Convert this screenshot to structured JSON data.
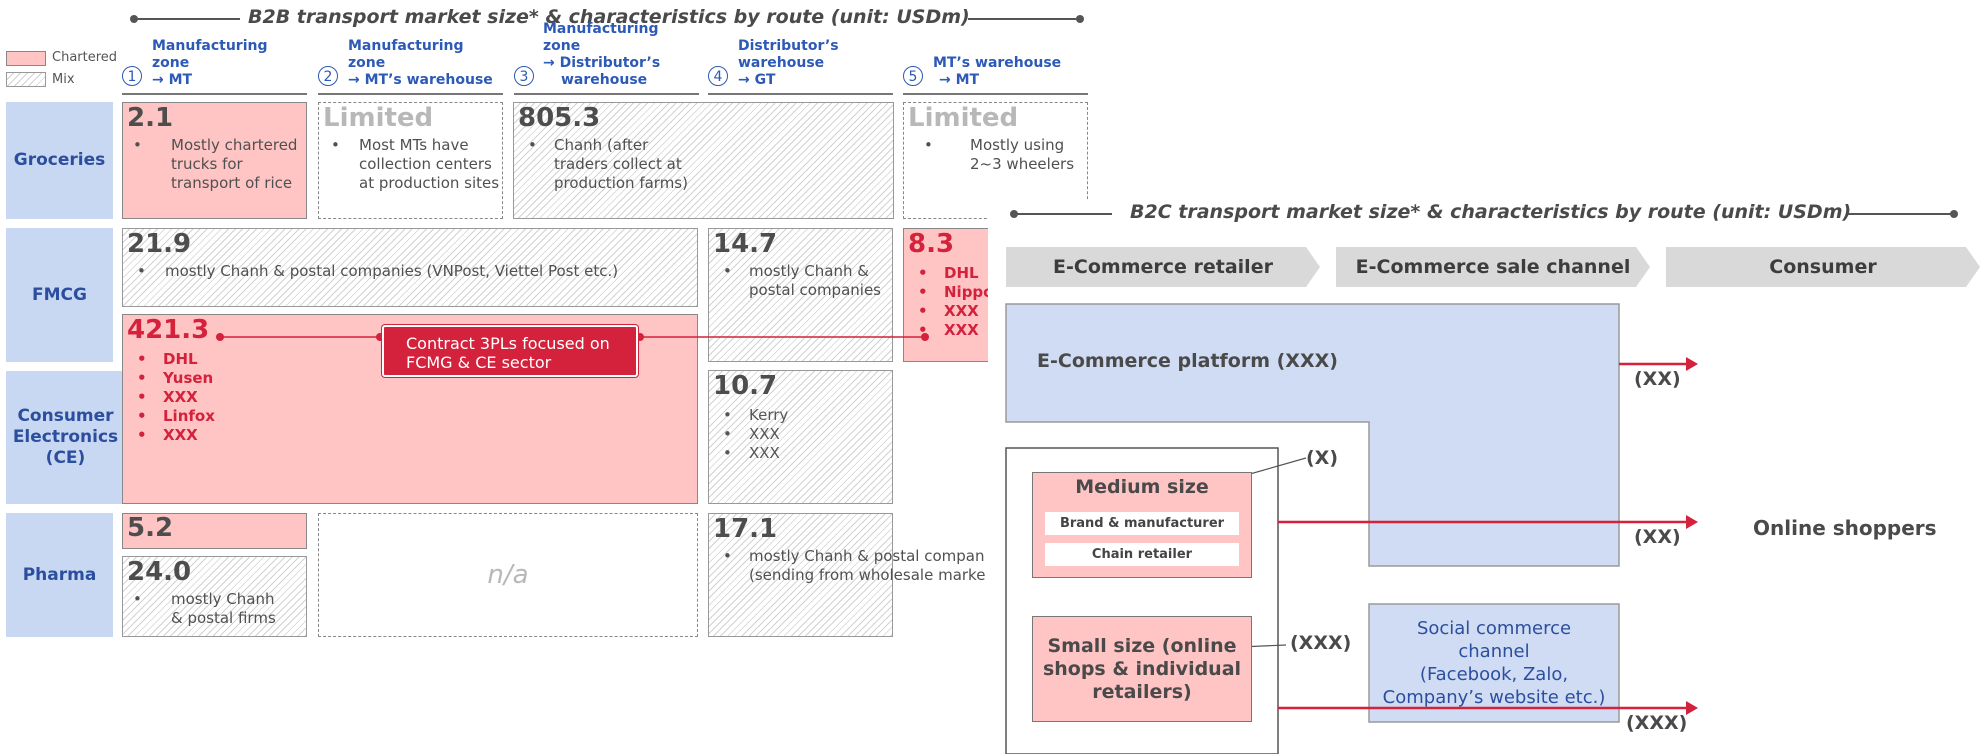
{
  "b2b": {
    "title": "B2B transport market size* & characteristics by route (unit: USDm)",
    "legend": {
      "chartered": "Chartered",
      "mix": "Mix"
    },
    "routes": [
      {
        "num": "1",
        "label_lines": [
          "Manufacturing zone",
          "→ MT"
        ]
      },
      {
        "num": "2",
        "label_lines": [
          "Manufacturing zone",
          "→ MT’s warehouse"
        ]
      },
      {
        "num": "3",
        "label_lines": [
          "Manufacturing zone",
          "→ Distributor’s",
          "warehouse"
        ]
      },
      {
        "num": "4",
        "label_lines": [
          "Distributor’s",
          "warehouse",
          "→ GT"
        ]
      },
      {
        "num": "5",
        "label_lines": [
          "MT’s warehouse",
          "→ MT"
        ]
      }
    ],
    "rows": [
      "Groceries",
      "FMCG",
      "Consumer Electronics (CE)",
      "Pharma"
    ],
    "cells": {
      "groceries_r1": {
        "value": "2.1",
        "notes": [
          "Mostly chartered",
          "trucks for",
          "transport of rice"
        ]
      },
      "groceries_r2": {
        "value": "Limited",
        "notes": [
          "Most MTs have",
          "collection centers",
          "at production sites"
        ]
      },
      "groceries_r34": {
        "value": "805.3",
        "notes": [
          "Chanh (after",
          "traders collect at",
          "production farms)"
        ]
      },
      "groceries_r5": {
        "value": "Limited",
        "notes": [
          "Mostly using",
          "2~3 wheelers"
        ]
      },
      "fmcg_mix": {
        "value": "21.9",
        "notes": [
          "mostly Chanh & postal companies (VNPost, Viettel Post etc.)"
        ]
      },
      "fmcg_r4": {
        "value": "14.7",
        "notes": [
          "mostly Chanh &",
          "postal companies"
        ]
      },
      "fmcg_r5": {
        "value": "8.3",
        "items": [
          "DHL",
          "Nippon",
          "XXX",
          "XXX"
        ]
      },
      "fmcg_ce_chartered": {
        "value": "421.3",
        "items": [
          "DHL",
          "Yusen",
          "XXX",
          "Linfox",
          "XXX"
        ]
      },
      "ce_r4": {
        "value": "10.7",
        "items": [
          "Kerry",
          "XXX",
          "XXX"
        ]
      },
      "pharma_r1_chartered": {
        "value": "5.2"
      },
      "pharma_r1_mix": {
        "value": "24.0",
        "notes": [
          "mostly Chanh",
          "& postal firms"
        ]
      },
      "pharma_na": {
        "value": "n/a"
      },
      "pharma_r4": {
        "value": "17.1",
        "notes": [
          "mostly Chanh & postal compan",
          "(sending from wholesale marke"
        ]
      }
    },
    "callout": [
      "Contract 3PLs focused on",
      "FCMG & CE sector"
    ],
    "bullet_char": "•"
  },
  "b2c": {
    "title": "B2C transport market size* & characteristics by route (unit: USDm)",
    "stages": [
      "E-Commerce retailer",
      "E-Commerce sale channel",
      "Consumer"
    ],
    "platform_label": "E-Commerce platform (XXX)",
    "medium": {
      "title": "Medium size",
      "items": [
        "Brand & manufacturer",
        "Chain retailer"
      ],
      "value": "(X)"
    },
    "small": {
      "title_lines": [
        "Small size (online",
        "shops & individual",
        "retailers)"
      ],
      "value": "(XXX)"
    },
    "social": {
      "lines": [
        "Social commerce",
        "channel",
        "(Facebook, Zalo,",
        "Company’s website etc.)"
      ]
    },
    "flows": [
      "(XX)",
      "(XX)",
      "(XXX)"
    ],
    "consumer_label": "Online shoppers",
    "colors": {
      "accent_red": "#d4213c",
      "panel_blue": "#cfdcf3",
      "pink": "#ffc4c4"
    }
  }
}
